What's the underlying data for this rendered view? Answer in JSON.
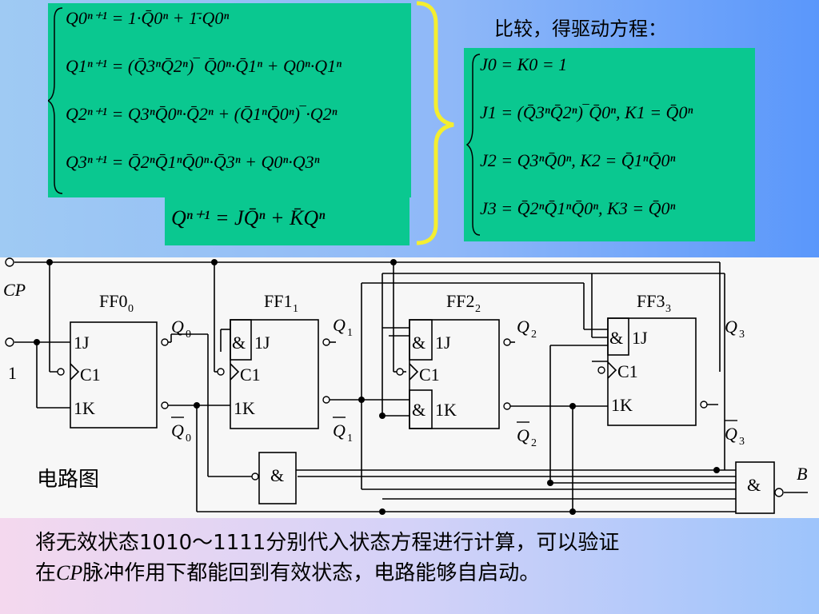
{
  "colors": {
    "eq_box": "#0ac890",
    "brace": "#f4ee30",
    "bg_right": "#5a97fb"
  },
  "equations_left": [
    "Q0ⁿ⁺¹ = 1·Q̄0ⁿ + 1̄·Q0ⁿ",
    "Q1ⁿ⁺¹ = (Q̄3ⁿQ̄2ⁿ)‾ Q̄0ⁿ·Q̄1ⁿ + Q0ⁿ·Q1ⁿ",
    "Q2ⁿ⁺¹ = Q3ⁿQ̄0ⁿ·Q̄2ⁿ + (Q̄1ⁿQ̄0ⁿ)‾·Q2ⁿ",
    "Q3ⁿ⁺¹ = Q̄2ⁿQ̄1ⁿQ̄0ⁿ·Q̄3ⁿ + Q0ⁿ·Q3ⁿ"
  ],
  "char_eq": "Qⁿ⁺¹ = JQ̄ⁿ + K̄Qⁿ",
  "compare_title": "比较，得驱动方程：",
  "equations_right": [
    "J0 = K0 = 1",
    "J1 = (Q̄3ⁿQ̄2ⁿ)‾Q̄0ⁿ, K1 = Q̄0ⁿ",
    "J2 = Q3ⁿQ̄0ⁿ, K2 = Q̄1ⁿQ̄0ⁿ",
    "J3 = Q̄2ⁿQ̄1ⁿQ̄0ⁿ, K3 = Q̄0ⁿ"
  ],
  "circuit": {
    "cp_label": "CP",
    "input_label": "1",
    "caption": "电路图",
    "output_label": "B",
    "and_symbol": "&",
    "flipflops": [
      {
        "name": "FF0",
        "sub": "0",
        "q": "Q",
        "qsub": "0",
        "j": "1J",
        "c": "C1",
        "k": "1K"
      },
      {
        "name": "FF1",
        "sub": "1",
        "q": "Q",
        "qsub": "1",
        "j": "1J",
        "c": "C1",
        "k": "1K"
      },
      {
        "name": "FF2",
        "sub": "2",
        "q": "Q",
        "qsub": "2",
        "j": "1J",
        "c": "C1",
        "k": "1K"
      },
      {
        "name": "FF3",
        "sub": "3",
        "q": "Q",
        "qsub": "3",
        "j": "1J",
        "c": "C1",
        "k": "1K"
      }
    ]
  },
  "note": {
    "line1": "将无效状态1010～1111分别代入状态方程进行计算，可以验证",
    "line2_pre": "在",
    "line2_cp": "CP",
    "line2_post": "脉冲作用下都能回到有效状态，电路能够自启动。"
  }
}
